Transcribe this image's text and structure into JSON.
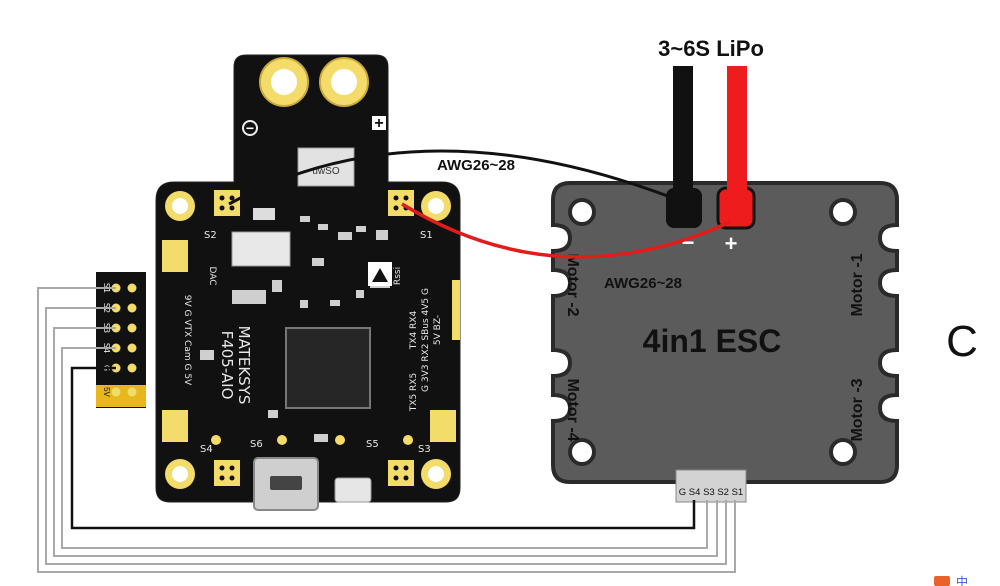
{
  "battery": {
    "label": "3~6S LiPo",
    "negative_sign": "−",
    "positive_sign": "+"
  },
  "wires": {
    "black_awg": "AWG26~28",
    "red_awg": "AWG26~28"
  },
  "esc": {
    "title": "4in1 ESC",
    "motor_1": "Motor -1",
    "motor_2": "Motor -2",
    "motor_3": "Motor -3",
    "motor_4": "Motor -4",
    "connector_pins": "G S4 S3 S2 S1"
  },
  "fc": {
    "brand": "MATEKSYS",
    "model": "F405-AIO",
    "pad_s1": "S1",
    "pad_s2": "S2",
    "pad_s3": "S3",
    "pad_s4": "S4",
    "pad_s5": "S5",
    "pad_s6": "S6",
    "dac": "DAC",
    "rssi": "Rssi",
    "left_pins": "9V  G  VTX Cam  G  5V",
    "uart_row1": "5V BZ-",
    "uart_row2": "TX4 RX4",
    "uart_row3": "TX5 RX5",
    "sbus_row": "G 3V3 RX2 SBus 4V5 G",
    "ic_label": "uwSO",
    "minus": "−",
    "plus": "+"
  },
  "header_strip": {
    "pins": [
      "S1",
      "S2",
      "S3",
      "S4",
      "G",
      "5V"
    ]
  },
  "figure_letter": "C",
  "watermark": "中"
}
